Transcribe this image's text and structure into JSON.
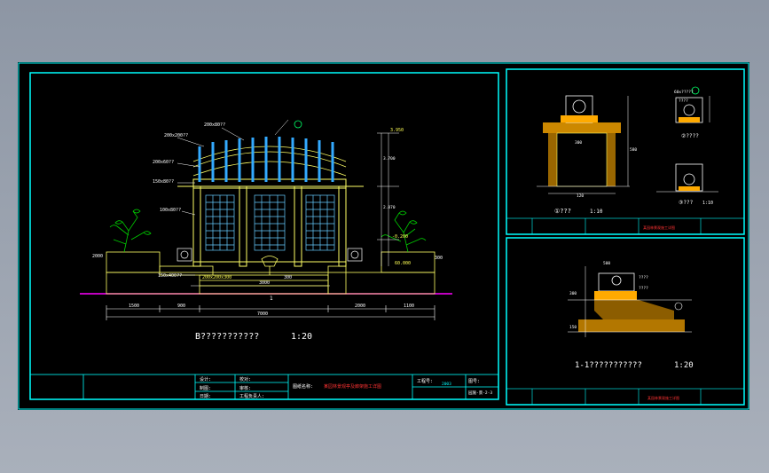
{
  "colors": {
    "background": "#9aa3b0",
    "sheet": "#000000",
    "frame": "#00ffff",
    "ground_line": "#ff00ff",
    "hatch": "#ffaa00",
    "plants": "#00cc00",
    "text": "#ffffff"
  },
  "main_view": {
    "title": "B???????????",
    "scale": "1:20",
    "labels": {
      "callout1": "200x200??",
      "callout2": "200x60??",
      "callout3": "150x80??",
      "callout4": "100x80??",
      "callout5": "150x400??",
      "callout6": "200x80??",
      "level1": "3.950",
      "level2": "3.700",
      "level3": "2.870",
      "level4": "-0.200",
      "dim_total": "7000",
      "dim_a": "1500",
      "dim_b": "900",
      "dim_c": "2000",
      "dim_d": "3000",
      "dim_e": "1100",
      "step_label": "200x200x300",
      "base_label": "60.000",
      "axis_mark": "1",
      "planter_left": "2000",
      "planter_right": "300",
      "center_note": "300"
    }
  },
  "title_block_main": {
    "designer": "设计:",
    "checker": "校对:",
    "drawing": "制图:",
    "reviewer": "审核:",
    "date": "日期:",
    "project_leader": "工程负责人:",
    "project_name_label": "图纸名称:",
    "project_name": "某园林景观亭及廊架施工详图",
    "project_no_label": "工程号:",
    "project_no": "2003",
    "drawing_no_label": "图号:",
    "drawing_no": "园施-景-2-3"
  },
  "detail_top": {
    "view1_label": "①???",
    "view1_scale": "1:10",
    "view2_label": "②????",
    "view3_label": "③???",
    "view3_scale": "1:10",
    "note1": "60x?????",
    "note2": "????",
    "dim1": "300",
    "dim2": "580",
    "dim3": "120"
  },
  "detail_bottom": {
    "section_title": "1-1???????????",
    "section_scale": "1:20",
    "note1": "????",
    "note2": "????",
    "dim1": "500",
    "dim2": "300",
    "dim3": "150"
  },
  "title_block_small": {
    "name": "某园林景观施工详图"
  }
}
